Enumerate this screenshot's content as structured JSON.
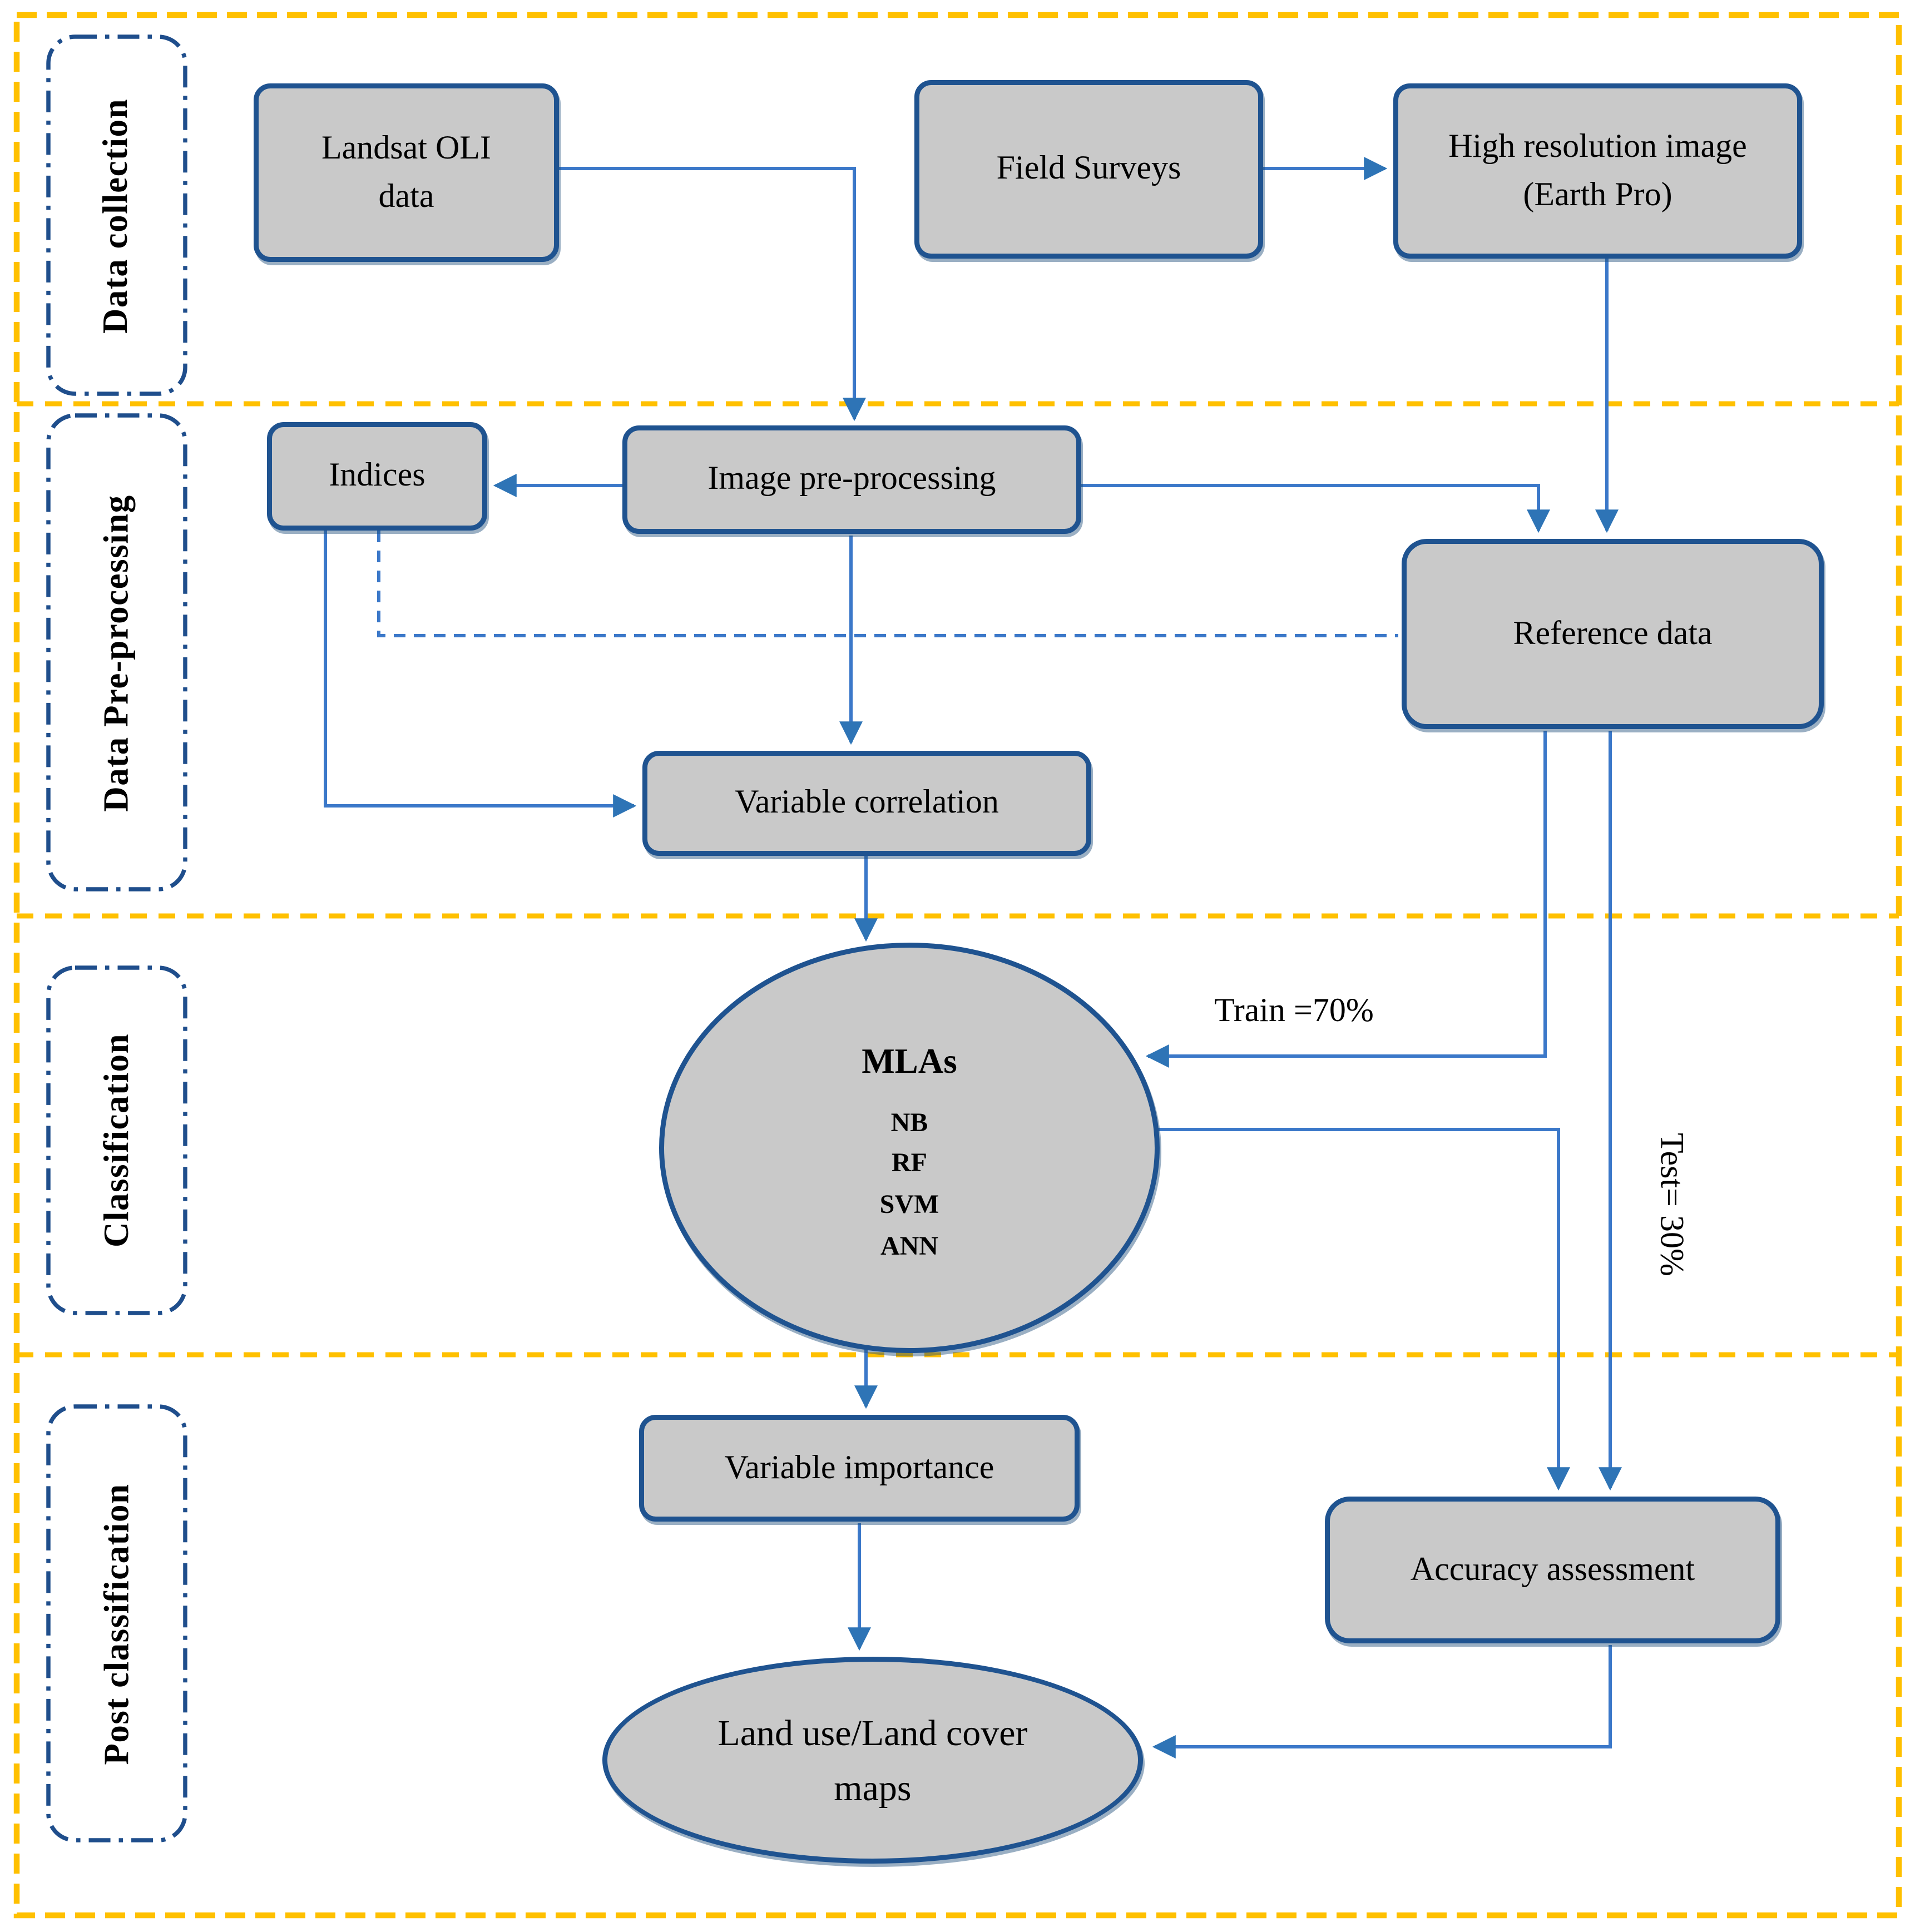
{
  "figure": {
    "sections": [
      {
        "label": "Data collection"
      },
      {
        "label": "Data Pre-processing"
      },
      {
        "label": "Classification"
      },
      {
        "label": "Post classification"
      }
    ],
    "nodes": {
      "landsat": "Landsat OLI data",
      "field_surveys": "Field Surveys",
      "high_res": "High resolution image (Earth Pro)",
      "indices": "Indices",
      "image_preprocessing": "Image pre-processing",
      "reference_data": "Reference data",
      "variable_correlation": "Variable correlation",
      "mlas": {
        "title": "MLAs",
        "algorithms": [
          "NB",
          "RF",
          "SVM",
          "ANN"
        ]
      },
      "variable_importance": "Variable importance",
      "accuracy_assessment": "Accuracy assessment",
      "lulc_maps": "Land use/Land cover maps"
    },
    "edge_labels": {
      "train": "Train =70%",
      "test": "Test= 30%"
    },
    "colors": {
      "section_border": "#FFC000",
      "node_border": "#1F5390",
      "node_fill": "#C9C9C9",
      "connector": "#3B78C9",
      "arrowhead": "#2E74B6",
      "label_border": "#1F4E8C",
      "text": "#000000"
    }
  }
}
